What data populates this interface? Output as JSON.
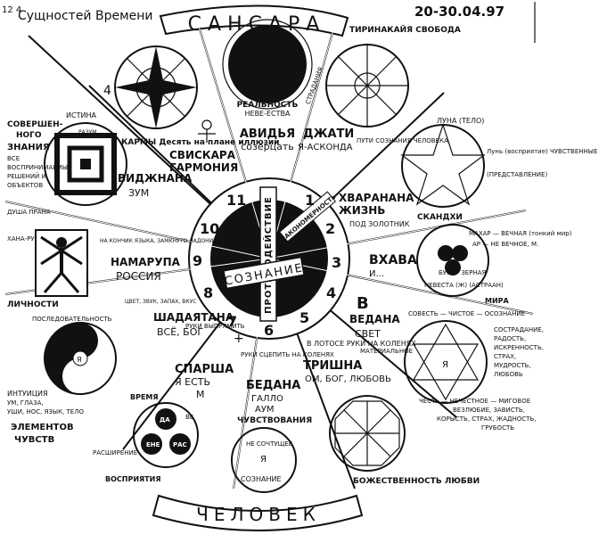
{
  "header": {
    "top_left": "Сущностей Времени",
    "corner_marks": "12 4",
    "date": "20-30.04.97"
  },
  "arcs": {
    "top": "САНСАРА",
    "bottom": "ЧЕЛОВЕК"
  },
  "center": {
    "counter": "ПРОТИВОДЕЙСТВИЕ",
    "law": "ЗАКОНОМЕРНОСТЬ",
    "label": "СОЗНАНИЕ",
    "numbers": [
      "1",
      "2",
      "3",
      "4",
      "5",
      "6",
      "7",
      "8",
      "9",
      "10",
      "11"
    ]
  },
  "sectors": {
    "karma": {
      "title": "СВИСКАРА",
      "subtitle": "ГАРМОНИЯ",
      "note": "КАРМЫ Десять на плане иллюзии"
    },
    "avidya": {
      "caption": "РЕАЛЬНОСТЬ",
      "title": "АВИДЬЯ",
      "subtitle": "созерцать",
      "note": "НЕВЕ-ЕСТВА"
    },
    "jati": {
      "title": "ДЖАТИ",
      "subtitle": "Я-АСКОНДА",
      "note": "ПУТИ СОЗНАНИЯ ЧЕЛОВЕКА",
      "top": "ТИРИНАКАЙЯ СВОБОДА",
      "side": "СТРАДАНИЯ"
    },
    "upadana": {
      "title": "ХВАРАНАНА",
      "subtitle": "ЖИЗНЬ",
      "note": "ПОД ЗОЛОТНИК",
      "extra": "СКАНДХИ",
      "ring": "ЛУНА (ТЕЛО)",
      "right1": "Лунь (восприятие) ЧУВСТВЕННЫЕ",
      "right2": "(ПРЕДСТАВЛЕНИЕ)"
    },
    "bhava": {
      "title": "ВХАВА",
      "subtitle": "И...",
      "l1": "МАХАР — ВЕЧНАЯ (тонкий мир)",
      "l2": "АР — НЕ ВЕЧНОЕ, М.",
      "l3": "БУХ — ЗЕРНАЯ",
      "l4": "НЕВЕСТА (Ж) (АСТРААН)",
      "tail": "МИРА"
    },
    "vedana": {
      "title": "ВЕДАНА",
      "subtitle": "СВЕТ",
      "mark": "В",
      "left": "МАТЕРИАЛЬНОЕ",
      "top": "СОВЕСТЬ — ЧИСТОЕ — ОСОЗНАНИЕ",
      "r1": "СОСТРАДАНИЕ,",
      "r2": "РАДОСТЬ,",
      "r3": "ИСКРЕННОСТЬ,",
      "r4": "СТРАХ,",
      "r5": "МУДРОСТЬ,",
      "r6": "ЛЮБОВЬ",
      "b1": "ЧЕСТЬ — НЕЧЕСТНОЕ — МИГОВОЕ",
      "b2": "ВЕЗЛЮБИЕ, ЗАВИСТЬ,",
      "b3": "КОРЫСТЬ, СТРАХ, ЖАДНОСТЬ,",
      "b4": "ГРУБОСТЬ"
    },
    "trishna": {
      "title": "ТРИШНА",
      "subtitle": "ОМ, БОГ, ЛЮБОВЬ",
      "note": "В ЛОТОСЕ РУКИ НА КОЛЕНЯХ",
      "bottom": "БОЖЕСТВЕННОСТЬ ЛЮБВИ"
    },
    "bedana": {
      "title": "БЕДАНА",
      "subtitle1": "ГАЛЛО",
      "subtitle2": "АУМ",
      "subtitle3": "ЧУВСТВОВАНИЯ",
      "note": "РУКИ СЦЕПИТЬ НА КОЛЕНЯХ",
      "inner1": "НЕ СОЧТУЩЕЕ",
      "inner2": "Я",
      "inner3": "СОЗНАНИЕ"
    },
    "sparsha": {
      "title": "СПАРША",
      "subtitle": "Я ЕСТЬ",
      "subtitle2": "М",
      "note": "РУКИ ВЫПРЯМИТЬ",
      "circle": "ВРЕМЯ",
      "left": "РАСШИРЕНИЕ",
      "bottom": "ВОСПРИЯТИЯ",
      "d1": "ДА",
      "d2": "ВЕ",
      "d3": "ЕНЕ",
      "d4": "РАС"
    },
    "shadayatana": {
      "title": "ШАДАЯТАНА",
      "subtitle": "ВСЁ, БОГ",
      "left_top": "ПОСЛЕДОВАТЕЛЬНОСТЬ",
      "left1": "ИНТУИЦИЯ",
      "left2": "УМ, ГЛАЗА,",
      "left3": "УШИ, НОС, ЯЗЫК, ТЕЛО",
      "left4": "ЭЛЕМЕНТОВ",
      "left5": "ЧУВСТВ",
      "top": "ЦВЕТ, ЗВУК, ЗАПАХ, ВКУС"
    },
    "namarupa": {
      "title": "НАМАРУПА",
      "subtitle": "РОССИЯ",
      "note": "НА КОНЧИК ЯЗЫКА, ЗАМКНУТО ЛАДОНИ",
      "left": "ЛИЧНОСТИ",
      "left2": "ДУША ПРАНА",
      "left3": "ХАНА-РУПА"
    },
    "vijnana": {
      "title": "ВИДЖНАНА",
      "subtitle": "ЗУМ",
      "left1": "СОВЕРШЕН-",
      "left2": "НОГО",
      "left3": "ЗНАНИЯ",
      "left4": "ВСЕ",
      "left5": "ВОСПРИНИМАЕМЫХ",
      "left6": "РЕШЕНИЙ И",
      "left7": "ОБЪЕКТОВ",
      "top": "ИСТИНА",
      "inner": "РАЗУМ"
    }
  }
}
